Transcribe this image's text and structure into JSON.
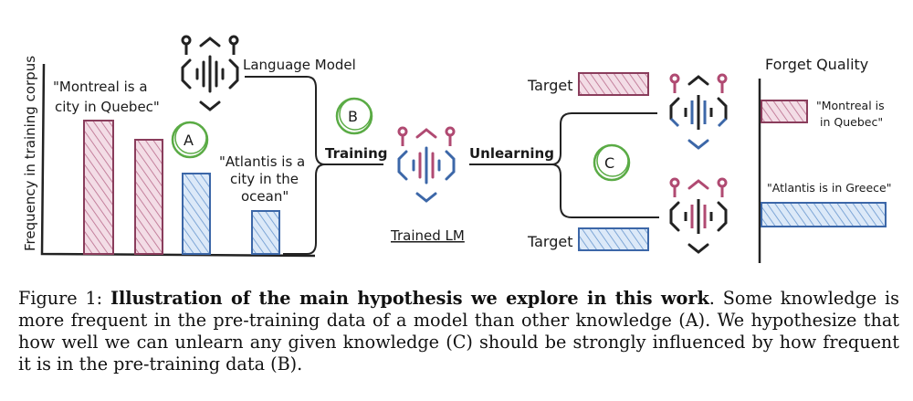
{
  "figure": {
    "y_axis_label": "Frequency in training corpus",
    "language_model_label": "Language Model",
    "montreal_quote": [
      "\"Montreal is a",
      "city in Quebec\""
    ],
    "atlantis_quote": [
      "\"Atlantis is a",
      "city in the",
      "ocean\""
    ],
    "marker_a": "A",
    "marker_b": "B",
    "marker_c": "C",
    "training_label": "Training",
    "unlearning_label": "Unlearning",
    "trained_lm_label": "Trained LM",
    "target_label_top": "Target",
    "target_label_bottom": "Target",
    "forget_quality_title": "Forget Quality",
    "forget_montreal_label": [
      "\"Montreal is",
      "in Quebec\""
    ],
    "forget_atlantis_label": "\"Atlantis is in Greece\"",
    "colors": {
      "pink": "#d9a3b8",
      "pink_stroke": "#8a3d5c",
      "blue": "#a9c6ea",
      "blue_stroke": "#3c67a8",
      "green": "#5aab45"
    }
  },
  "caption": {
    "prefix": "Figure 1: ",
    "bold": "Illustration of the main hypothesis we explore in this work",
    "body": ". Some knowledge is more frequent in the pre-training data of a model than other knowledge (A). We hypothesize that how well we can unlearn any given knowledge (C) should be strongly influenced by how frequent it is in the pre-training data (B)."
  }
}
